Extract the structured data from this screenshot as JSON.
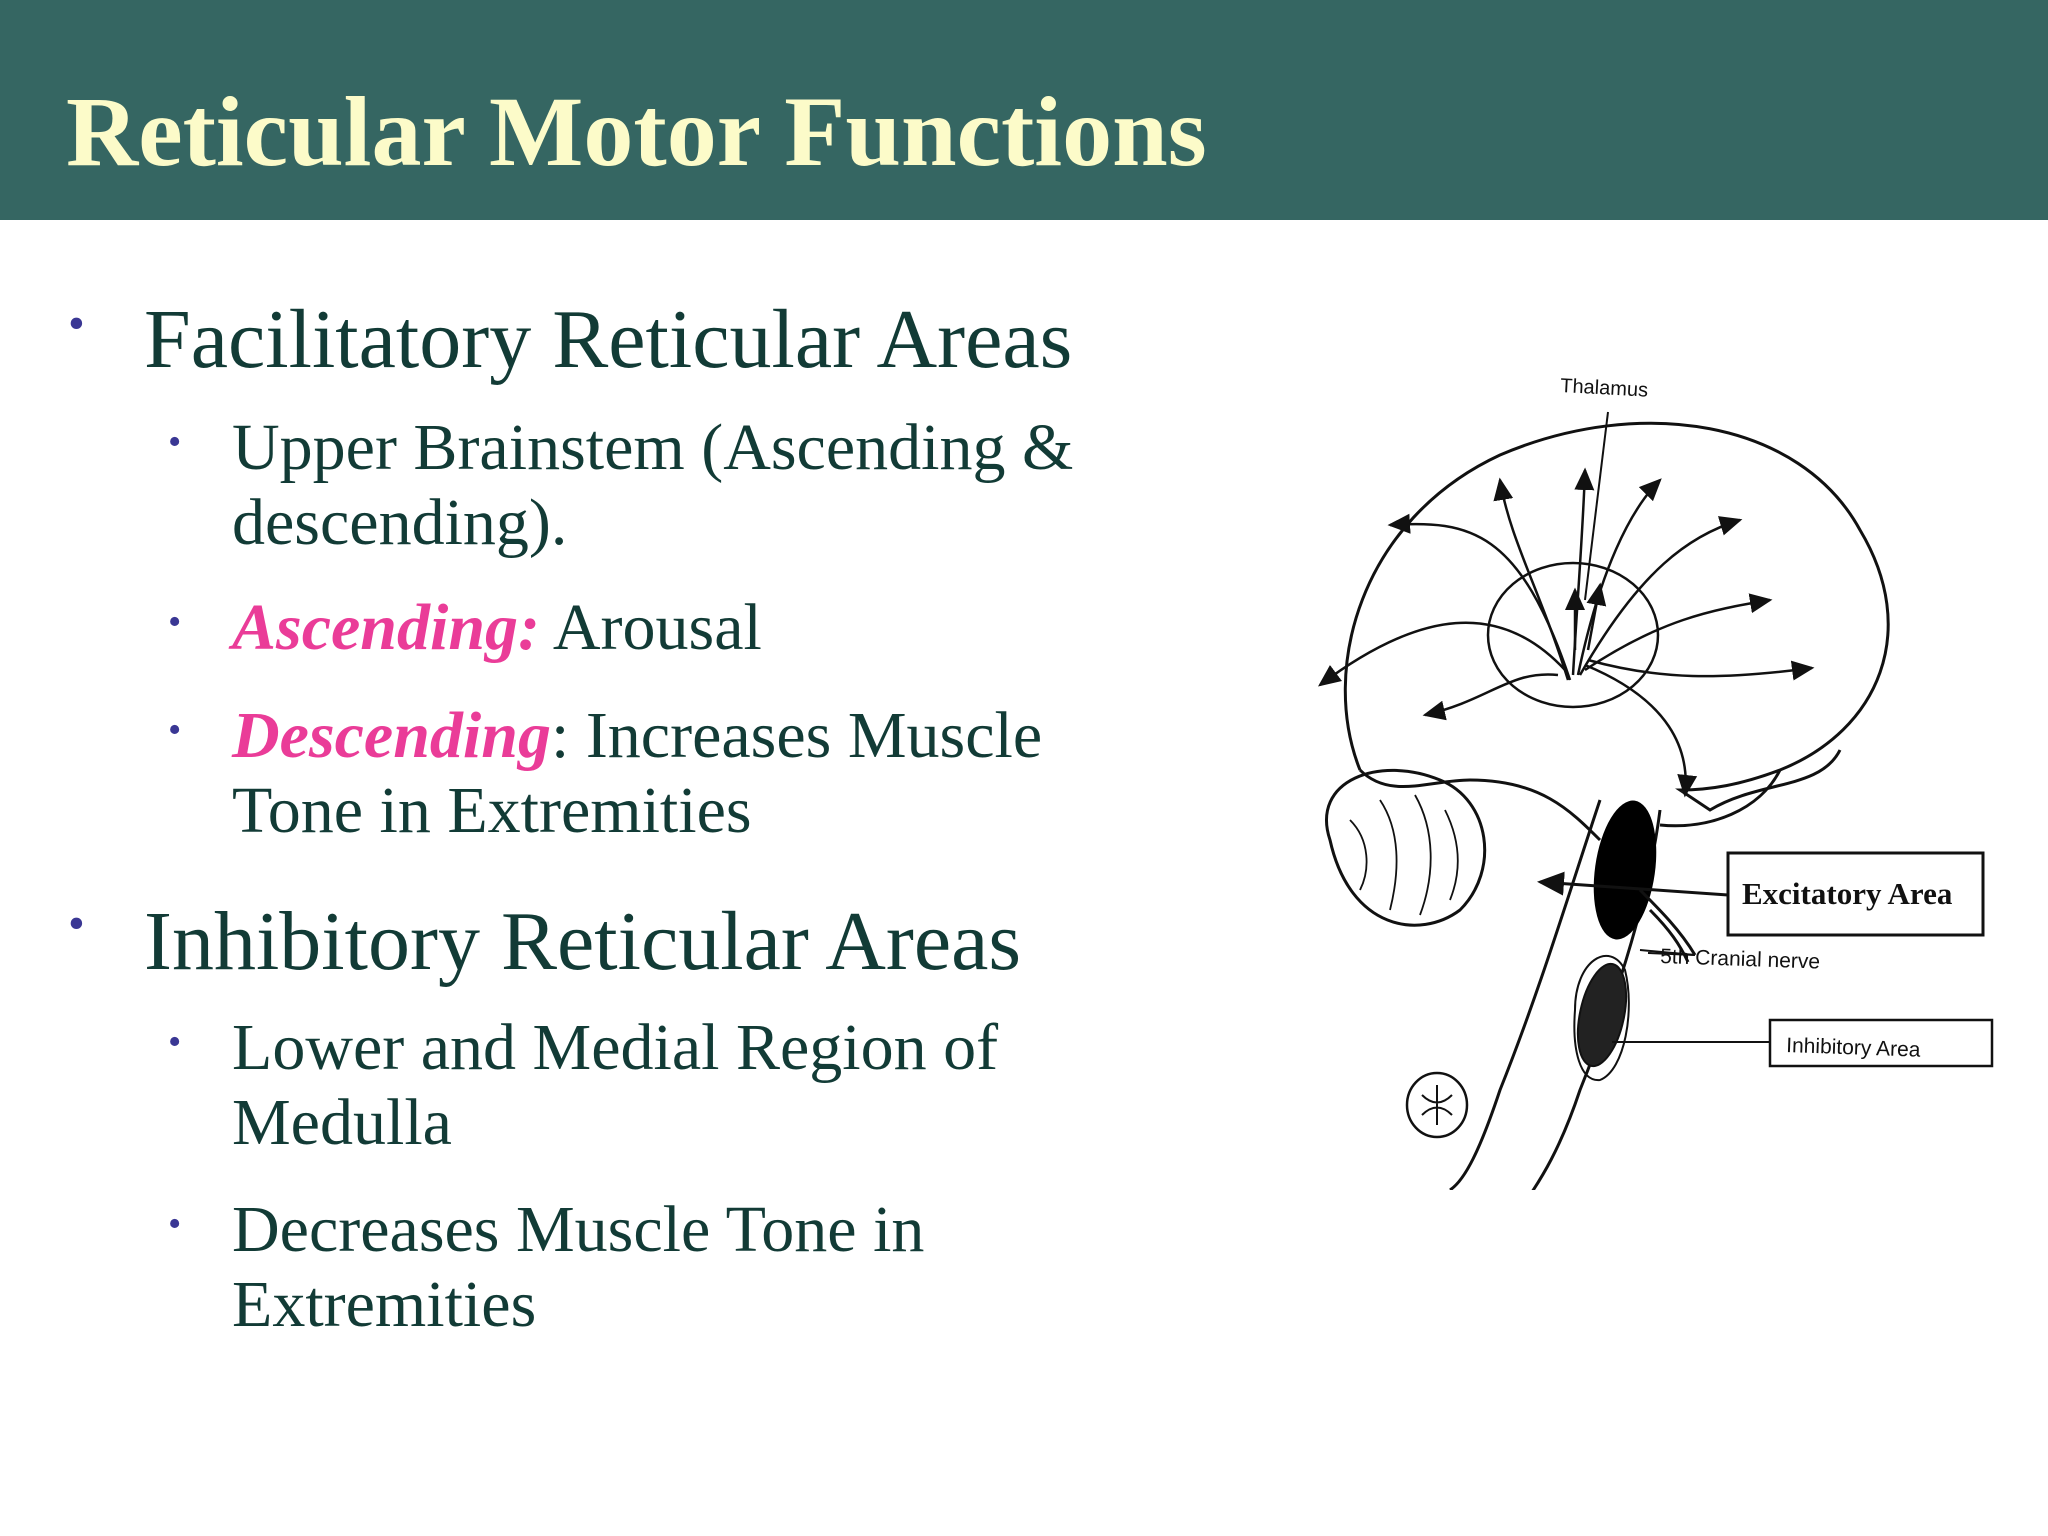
{
  "slide": {
    "title": "Reticular Motor Functions",
    "sections": [
      {
        "heading": "Facilitatory Reticular Areas",
        "items": [
          {
            "line1": "Upper Brainstem (Ascending &",
            "line2": "descending)."
          },
          {
            "accent": "Ascending:",
            "rest": " Arousal"
          },
          {
            "accent": "Descending",
            "rest": ": Increases Muscle",
            "line2": "Tone in Extremities"
          }
        ]
      },
      {
        "heading": "Inhibitory Reticular Areas",
        "items": [
          {
            "line1": "Lower and Medial Region of",
            "line2": "Medulla"
          },
          {
            "line1": "Decreases Muscle Tone in",
            "line2": "Extremities"
          }
        ]
      }
    ]
  },
  "figure": {
    "labels": {
      "thalamus": "Thalamus",
      "excitatory": "Excitatory Area",
      "cranial_nerve": "5th Cranial nerve",
      "inhibitory": "Inhibitory Area"
    }
  },
  "colors": {
    "title_bar": "#356662",
    "title_text": "#fcfbc9",
    "body_text": "#123b36",
    "bullet": "#3a3794",
    "accent": "#ea3c98"
  }
}
